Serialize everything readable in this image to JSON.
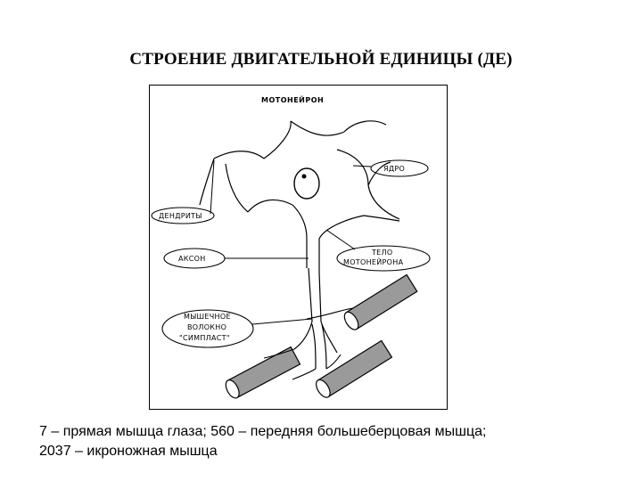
{
  "slide": {
    "title": "СТРОЕНИЕ ДВИГАТЕЛЬНОЙ ЕДИНИЦЫ (ДЕ)"
  },
  "diagram": {
    "title": "МОТОНЕЙРОН",
    "labels": {
      "nucleus": "ЯДРО",
      "dendrites": "ДЕНДРИТЫ",
      "axon": "АКСОН",
      "body_line1": "ТЕЛО",
      "body_line2": "МОТОНЕЙРОНА",
      "fiber_line1": "МЫШЕЧНОЕ",
      "fiber_line2": "ВОЛОКНО",
      "fiber_line3": "\"СИМПЛАСТ\""
    }
  },
  "caption": {
    "line1": "7 – прямая мышца глаза; 560 – передняя большеберцовая мышца;",
    "line2": "2037 – икроножная мышца"
  }
}
